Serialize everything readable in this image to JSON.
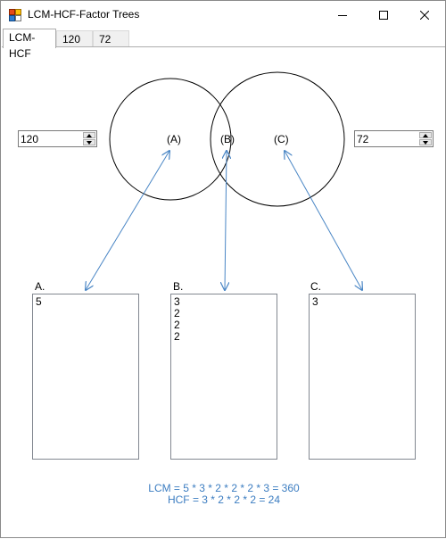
{
  "window": {
    "title": "LCM-HCF-Factor Trees",
    "controls": {
      "minimize": "minimize-icon",
      "maximize": "maximize-icon",
      "close": "close-icon"
    }
  },
  "tabs": [
    {
      "label": "LCM-HCF",
      "active": true
    },
    {
      "label": "120",
      "active": false
    },
    {
      "label": "72",
      "active": false
    }
  ],
  "inputs": {
    "left_number": "120",
    "right_number": "72"
  },
  "venn": {
    "region_a": "(A)",
    "region_b": "(B)",
    "region_c": "(C)"
  },
  "lists": {
    "a": {
      "caption": "A.",
      "items": [
        "5"
      ]
    },
    "b": {
      "caption": "B.",
      "items": [
        "3",
        "2",
        "2",
        "2"
      ]
    },
    "c": {
      "caption": "C.",
      "items": [
        "3"
      ]
    }
  },
  "results": {
    "lcm": "LCM = 5 * 3 * 2 * 2 * 2 * 3 = 360",
    "hcf": "HCF = 3 * 2 * 2 * 2 = 24"
  },
  "colors": {
    "accent": "#3c7dc1",
    "arrow": "#4a86c5",
    "circle": "#000000"
  }
}
